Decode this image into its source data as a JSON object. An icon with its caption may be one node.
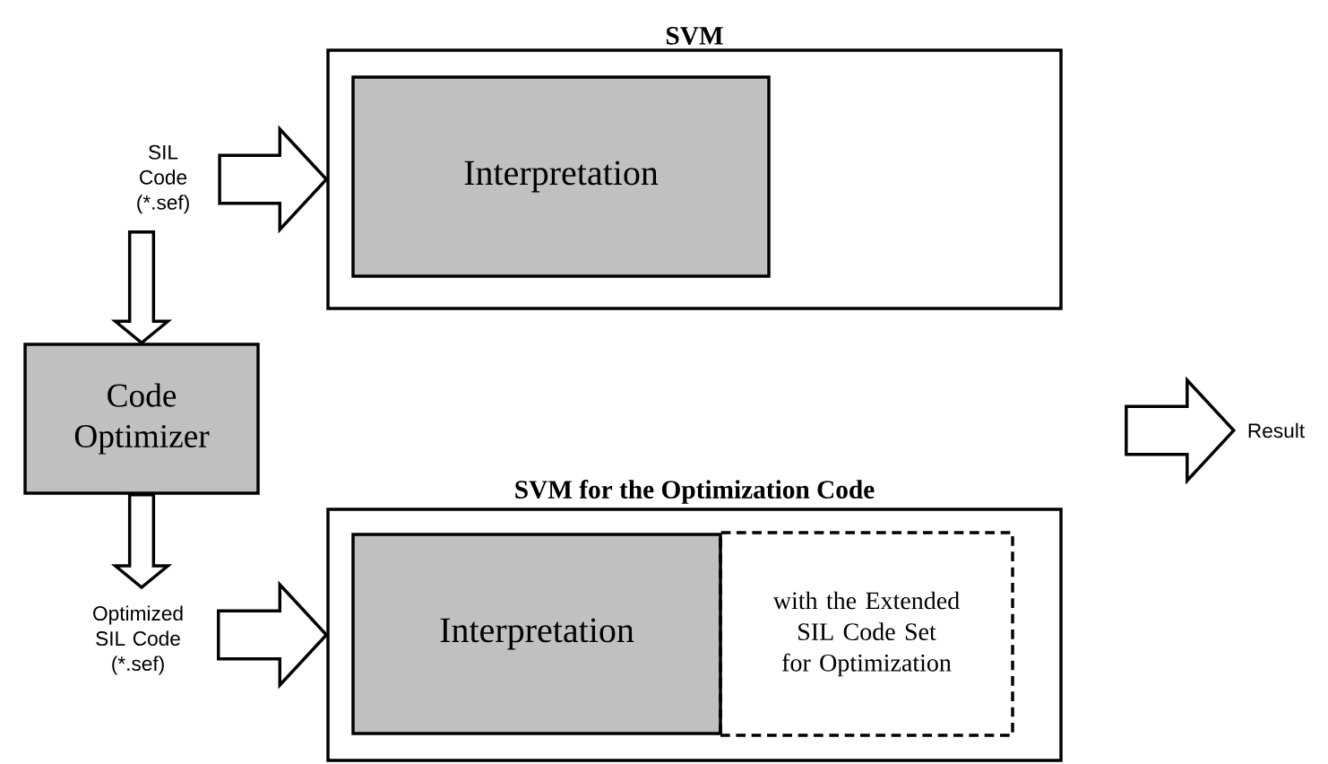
{
  "diagram": {
    "nodes": [
      {
        "text": [
          "SVM"
        ]
      },
      {
        "text": [
          "Interpretation"
        ],
        "in": 0
      },
      {
        "text": [
          "SIL Code (*.sef)"
        ]
      },
      {
        "text": [
          "Code Optimizer"
        ]
      },
      {
        "text": [
          "Optimized SIL Code (*.sef)"
        ]
      },
      {
        "text": [
          "SVM for the Optimization Code"
        ]
      },
      {
        "text": [
          "Interpretation"
        ],
        "in": 5
      },
      {
        "text": [
          "with the Extended SIL Code Set for Optimization"
        ],
        "in": 5
      },
      {
        "text": [
          "Result"
        ]
      }
    ],
    "edges": [
      {
        "from": 2,
        "to": 0,
        "arrow": "to"
      },
      {
        "from": 2,
        "to": 3,
        "arrow": "to"
      },
      {
        "from": 3,
        "to": 4,
        "arrow": "to"
      },
      {
        "from": 4,
        "to": 5,
        "arrow": "to"
      },
      {
        "from": null,
        "to": 8,
        "arrow": "to"
      }
    ]
  }
}
